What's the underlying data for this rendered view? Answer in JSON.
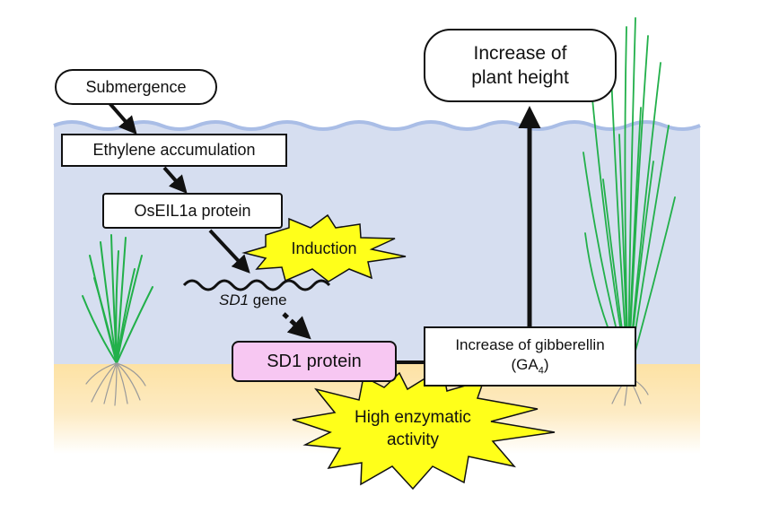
{
  "colors": {
    "water": "#d6def0",
    "wave": "#a9bde6",
    "soil": "#fde2a4",
    "burst": "#ffff1a",
    "sd1_fill": "#f7c7f2",
    "grass": "#22b04a",
    "roots": "#9a9a9a"
  },
  "nodes": {
    "submergence": "Submergence",
    "ethylene": "Ethylene accumulation",
    "oseil1a": "OsEIL1a protein",
    "gene_italic": "SD1",
    "gene_rest": " gene",
    "sd1_protein": "SD1 protein",
    "gibberellin_line1": "Increase of gibberellin",
    "ga_prefix": "(GA",
    "ga_sub": "4",
    "ga_suffix": ")",
    "height_line1": "Increase of",
    "height_line2": "plant height"
  },
  "bursts": {
    "induction": "Induction",
    "enzymatic_line1": "High enzymatic",
    "enzymatic_line2": "activity"
  },
  "icons": [
    "short-rice-plant-icon",
    "tall-rice-plant-icon",
    "wavy-gene-icon"
  ]
}
